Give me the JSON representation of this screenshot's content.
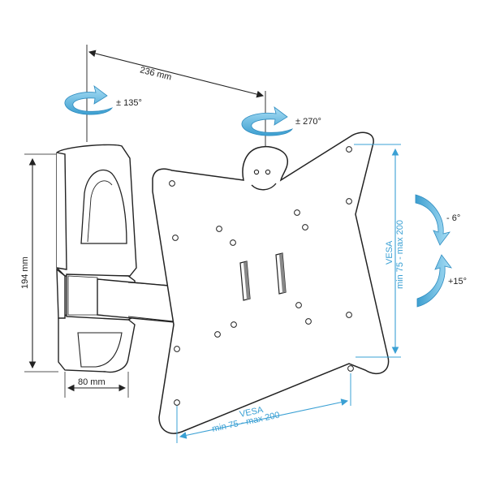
{
  "dimensions": {
    "top_width": "236 mm",
    "height": "194 mm",
    "base_width": "80 mm",
    "vesa_vertical_title": "VESA",
    "vesa_vertical_range": "min 75 - max 200",
    "vesa_horizontal_title": "VESA",
    "vesa_horizontal_range": "min 75 - max 200"
  },
  "rotations": {
    "wall_swivel": "± 135°",
    "plate_rotation": "± 270°",
    "tilt_up": "- 6°",
    "tilt_down": "+15°"
  },
  "colors": {
    "dimension_line": "#3aa0d4",
    "arrow_fill": "#6fc3ea",
    "arrow_dark": "#3d9fd0",
    "outline": "#222222",
    "gray_line": "#555555"
  },
  "icons": [
    "rotation-arrow-icon",
    "tilt-arrow-icon",
    "smiley-icon"
  ]
}
